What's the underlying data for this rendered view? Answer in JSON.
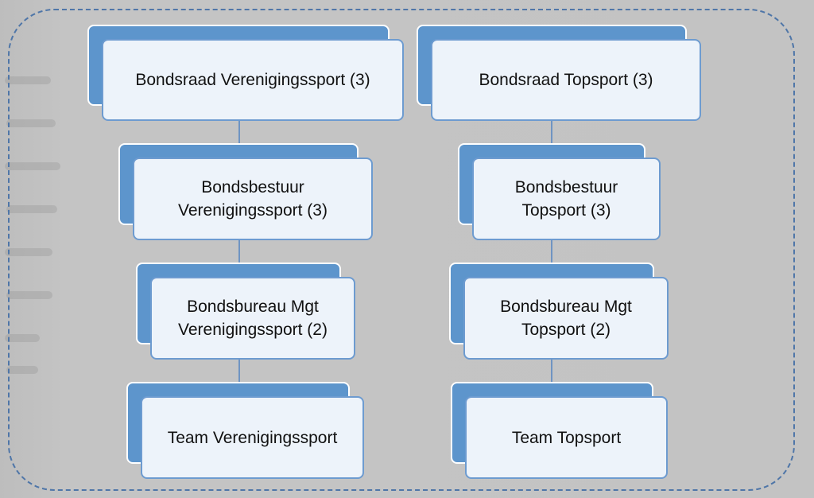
{
  "diagram": {
    "left_column": {
      "nodes": [
        "Bondsraad Verenigingssport (3)",
        "Bondsbestuur\nVerenigingssport (3)",
        "Bondsbureau Mgt\nVerenigingssport (2)",
        "Team Verenigingssport"
      ]
    },
    "right_column": {
      "nodes": [
        "Bondsraad Topsport (3)",
        "Bondsbestuur\nTopsport (3)",
        "Bondsbureau Mgt\nTopsport (2)",
        "Team Topsport"
      ]
    }
  },
  "colors": {
    "background": "#c2c2c2",
    "frame_border": "#4f76a8",
    "node_shadow": "#5d95cc",
    "node_fill": "#edf3fa",
    "node_border": "#6d9bd0",
    "connector": "#6f94c2"
  }
}
